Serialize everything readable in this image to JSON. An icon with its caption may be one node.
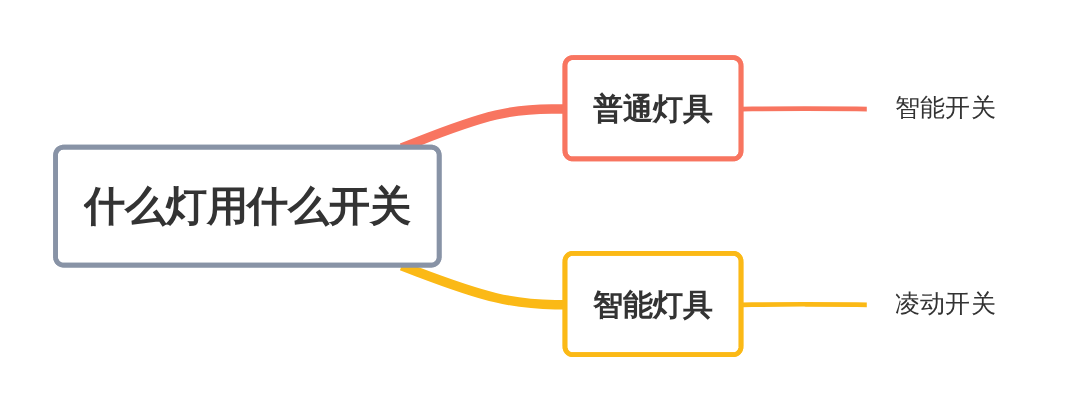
{
  "diagram": {
    "nodes": [
      {
        "text": [
          "什么灯用什么开关"
        ]
      },
      {
        "text": [
          "普通灯具"
        ]
      },
      {
        "text": [
          "智能灯具"
        ]
      },
      {
        "text": [
          "智能开关"
        ]
      },
      {
        "text": [
          "凌动开关"
        ]
      }
    ],
    "edges": [
      {
        "from": 0,
        "to": 1,
        "arrow": "none",
        "style": "thick",
        "color": "#f87560"
      },
      {
        "from": 0,
        "to": 2,
        "arrow": "none",
        "style": "thick",
        "color": "#fbb916"
      },
      {
        "from": 1,
        "to": 3,
        "arrow": "none",
        "color": "#f87560"
      },
      {
        "from": 2,
        "to": 4,
        "arrow": "none",
        "color": "#fbb916"
      }
    ]
  }
}
